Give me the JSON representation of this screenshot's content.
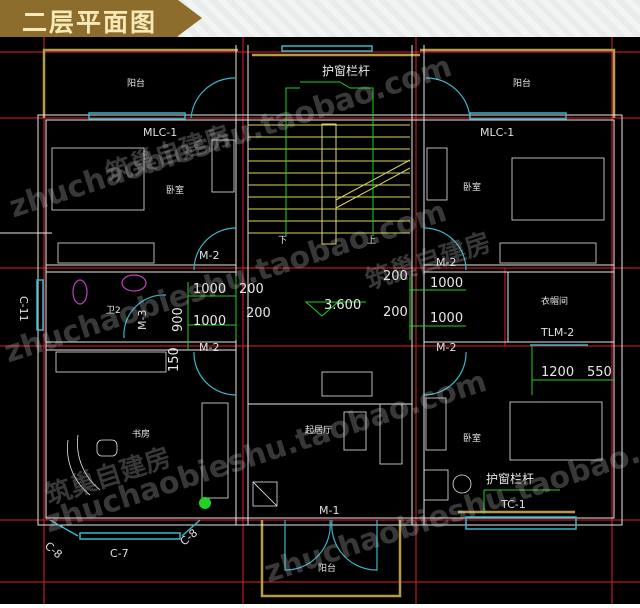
{
  "header": {
    "title": "二层平面图"
  },
  "plan": {
    "colors": {
      "background": "#000000",
      "wall": "#e6e6e6",
      "axis": "#e0202a",
      "balcony_wall": "#b59a4a",
      "window": "#3ab5c8",
      "door_arc": "#3ab5c8",
      "dimension": "#22d022",
      "stair": "#d8d860",
      "sanitary": "#c040c0"
    },
    "rooms": {
      "balcony_nw": "阳台",
      "balcony_ne": "阳台",
      "bedroom_nw": "卧室",
      "bedroom_ne": "卧室",
      "bathroom": "卫2",
      "closet": "衣帽间",
      "study": "书房",
      "living": "起居厅",
      "bedroom_se": "卧室",
      "balcony_s": "阳台"
    },
    "stair": {
      "railing_label": "护窗栏杆",
      "down": "下",
      "up": "上"
    },
    "codes": {
      "mlc_left": "MLC-1",
      "mlc_right": "MLC-1",
      "m2_nw": "M-2",
      "m2_ne": "M-2",
      "m2_w": "M-2",
      "m2_e": "M-2",
      "m3": "M-3",
      "c11": "C-11",
      "tlm2": "TLM-2",
      "m1": "M-1",
      "tc1": "TC-1",
      "c7": "C-7",
      "c8_left": "C-8",
      "c8_right": "C-8",
      "se_railing": "护窗栏杆"
    },
    "dimensions": {
      "left_1000_top": "1000",
      "left_1000_bottom": "1000",
      "left_200_top": "200",
      "left_200_bottom": "200",
      "left_900": "900",
      "left_150": "150",
      "right_200_top": "200",
      "right_200_bottom": "200",
      "right_1000_top": "1000",
      "right_1000_bottom": "1000",
      "closet_1200": "1200",
      "closet_550": "550",
      "elevation": "3.600"
    }
  },
  "watermarks": [
    "筑巢自建房",
    "zhuchaobieshu.taobao.com",
    "zhuchaobieshu.taobao.com",
    "筑巢自建房",
    "zhuchaobieshu.taobao.com",
    "筑巢自建房",
    "zhuchaobieshu.taobao.com"
  ]
}
